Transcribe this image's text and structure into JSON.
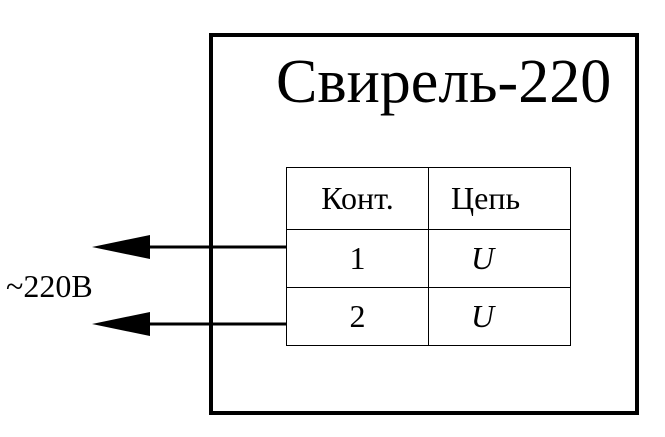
{
  "device": {
    "title": "Свирель-220"
  },
  "pin_table": {
    "headers": [
      "Конт.",
      "Цепь"
    ],
    "rows": [
      {
        "contact": "1",
        "circuit": "U"
      },
      {
        "contact": "2",
        "circuit": "U"
      }
    ]
  },
  "supply": {
    "label": "~220В"
  }
}
